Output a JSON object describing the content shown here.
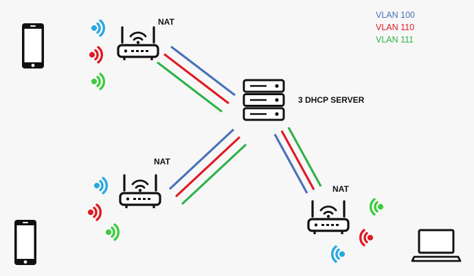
{
  "legend": [
    {
      "label": "VLAN 100",
      "color": "#4a72b8"
    },
    {
      "label": "VLAN 110",
      "color": "#e01b22"
    },
    {
      "label": "VLAN 111",
      "color": "#2fb34a"
    }
  ],
  "server": {
    "label": "3 DHCP SERVER",
    "icon": "server-rack-icon"
  },
  "routers": [
    {
      "label": "NAT",
      "icon": "router-icon"
    },
    {
      "label": "NAT",
      "icon": "router-icon"
    },
    {
      "label": "NAT",
      "icon": "router-icon"
    }
  ],
  "wifi_colors": {
    "blue": "#29a8e0",
    "red": "#e01b22",
    "green": "#3dcc3d"
  },
  "devices": [
    {
      "type": "phone",
      "icon": "smartphone-icon"
    },
    {
      "type": "phone",
      "icon": "smartphone-icon"
    },
    {
      "type": "laptop",
      "icon": "laptop-icon"
    }
  ]
}
